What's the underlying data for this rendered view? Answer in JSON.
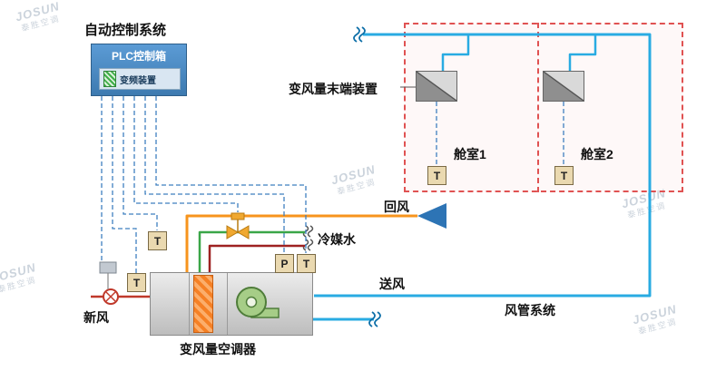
{
  "title": "自动控制系统",
  "plc": {
    "label": "PLC控制箱",
    "device": "变频装置"
  },
  "zone": {
    "terminal_label": "变风量末端装置",
    "cabin1": "舱室1",
    "cabin2": "舱室2"
  },
  "flows": {
    "return_air": "回风",
    "supply_air": "送风",
    "chilled_water": "冷媒水",
    "fresh_air": "新风"
  },
  "equipment": {
    "ahu": "变风量空调器",
    "duct_system": "风管系统"
  },
  "sensors": {
    "temperature": "T",
    "pressure": "P"
  },
  "watermark": {
    "brand": "JOSUN",
    "name": "泰胜空调"
  },
  "colors": {
    "air_pipe": "#29abe2",
    "return_air_pipe": "#f7941d",
    "chilled_supply_pipe": "#3aa648",
    "chilled_return_pipe": "#9e2121",
    "fresh_air_pipe": "#c0392b",
    "control_line": "#3f7fbf",
    "zone_border": "#e05252",
    "plc_fill": "#4a88ba",
    "sensor_fill": "#ead9b0",
    "diffuser": "#2d74b5"
  }
}
